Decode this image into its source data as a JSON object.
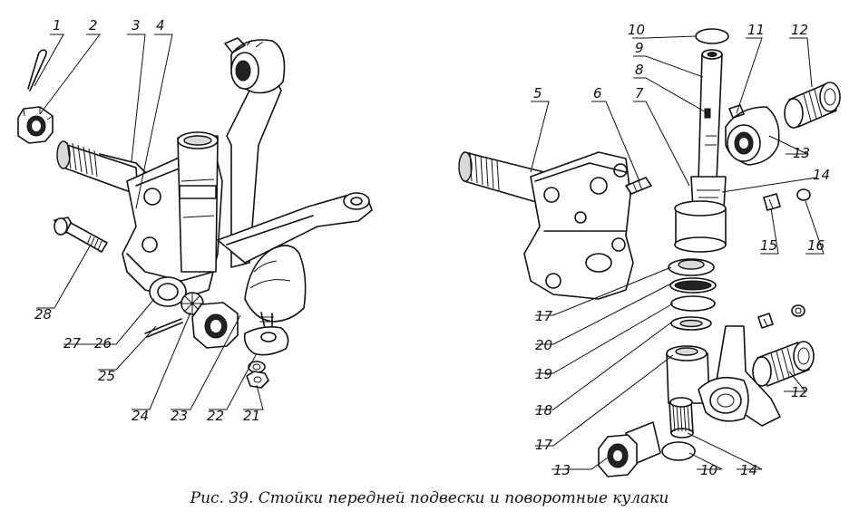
{
  "caption": "Рис. 39. Стойки передней подвески и поворотные кулаки",
  "callouts": {
    "n1": "1",
    "n2": "2",
    "n3": "3",
    "n4": "4",
    "n5": "5",
    "n6": "6",
    "n7": "7",
    "n8": "8",
    "n9": "9",
    "n10a": "10",
    "n10b": "10",
    "n11": "11",
    "n12a": "12",
    "n12b": "12",
    "n13a": "13",
    "n13b": "13",
    "n14a": "14",
    "n14b": "14",
    "n15": "15",
    "n16": "16",
    "n17a": "17",
    "n17b": "17",
    "n18": "18",
    "n19": "19",
    "n20": "20",
    "n21": "21",
    "n22": "22",
    "n23": "23",
    "n24": "24",
    "n25": "25",
    "n26": "26",
    "n27": "27",
    "n28": "28"
  }
}
